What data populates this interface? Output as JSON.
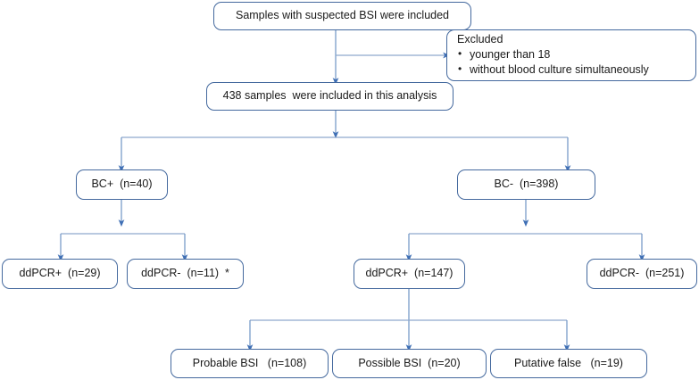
{
  "diagram": {
    "title": "BSI study flow diagram",
    "accent_color": "#44699e",
    "connector_color": "#6f94c4",
    "background": "#ffffff"
  },
  "nodes": {
    "suspected": {
      "label": "Samples with suspected BSI were included"
    },
    "excluded": {
      "title": "Excluded",
      "items": [
        "younger than 18",
        "without blood culture simultaneously"
      ]
    },
    "included": {
      "label": "438 samples  were included in this analysis"
    },
    "bc_positive": {
      "label": "BC+  (n=40)"
    },
    "bc_negative": {
      "label": "BC-  (n=398)"
    },
    "ddpcr_pos_bcpos": {
      "label": "ddPCR+  (n=29)"
    },
    "ddpcr_neg_bcpos": {
      "label": "ddPCR-  (n=11)  *"
    },
    "ddpcr_pos_bcneg": {
      "label": "ddPCR+  (n=147)"
    },
    "ddpcr_neg_bcneg": {
      "label": "ddPCR-  (n=251)"
    },
    "probable_bsi": {
      "label": "Probable BSI   (n=108)"
    },
    "possible_bsi": {
      "label": "Possible BSI  (n=20)"
    },
    "putative_false": {
      "label": "Putative false   (n=19)"
    }
  }
}
